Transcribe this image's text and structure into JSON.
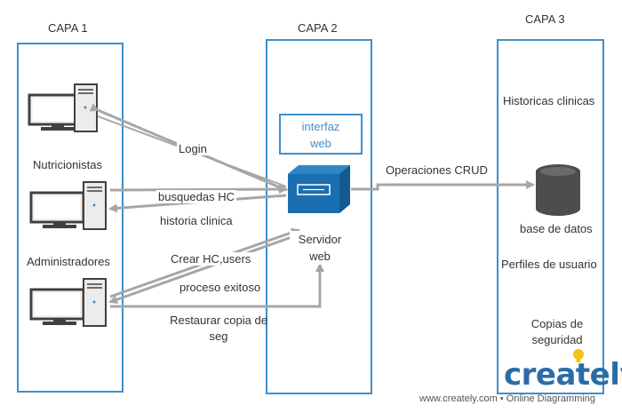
{
  "layers": [
    {
      "title": "CAPA 1"
    },
    {
      "title": "CAPA 2"
    },
    {
      "title": "CAPA 3"
    }
  ],
  "capa1": {
    "role1": "Nutricionistas",
    "role2": "Administradores"
  },
  "capa2": {
    "interface_line1": "interfaz",
    "interface_line2": "web",
    "server_line1": "Servidor",
    "server_line2": "web"
  },
  "capa3": {
    "item1": "Historicas clinicas",
    "db_label": "base de datos",
    "item2": "Perfiles de usuario",
    "item3_line1": "Copias de",
    "item3_line2": "seguridad"
  },
  "edges": {
    "login": "Login",
    "busquedas": "busquedas HC",
    "historia": "historia clinica",
    "crear": "Crear HC,users",
    "proceso": "proceso exitoso",
    "restaurar_line1": "Restaurar copia de",
    "restaurar_line2": "seg",
    "crud": "Operaciones CRUD"
  },
  "branding": {
    "logo": "creately",
    "footer": "www.creately.com • Online Diagramming"
  },
  "colors": {
    "border": "#3d8fce",
    "arrow": "#a6a6a6",
    "server": "#1a6fb0",
    "database": "#4d4d4d"
  }
}
